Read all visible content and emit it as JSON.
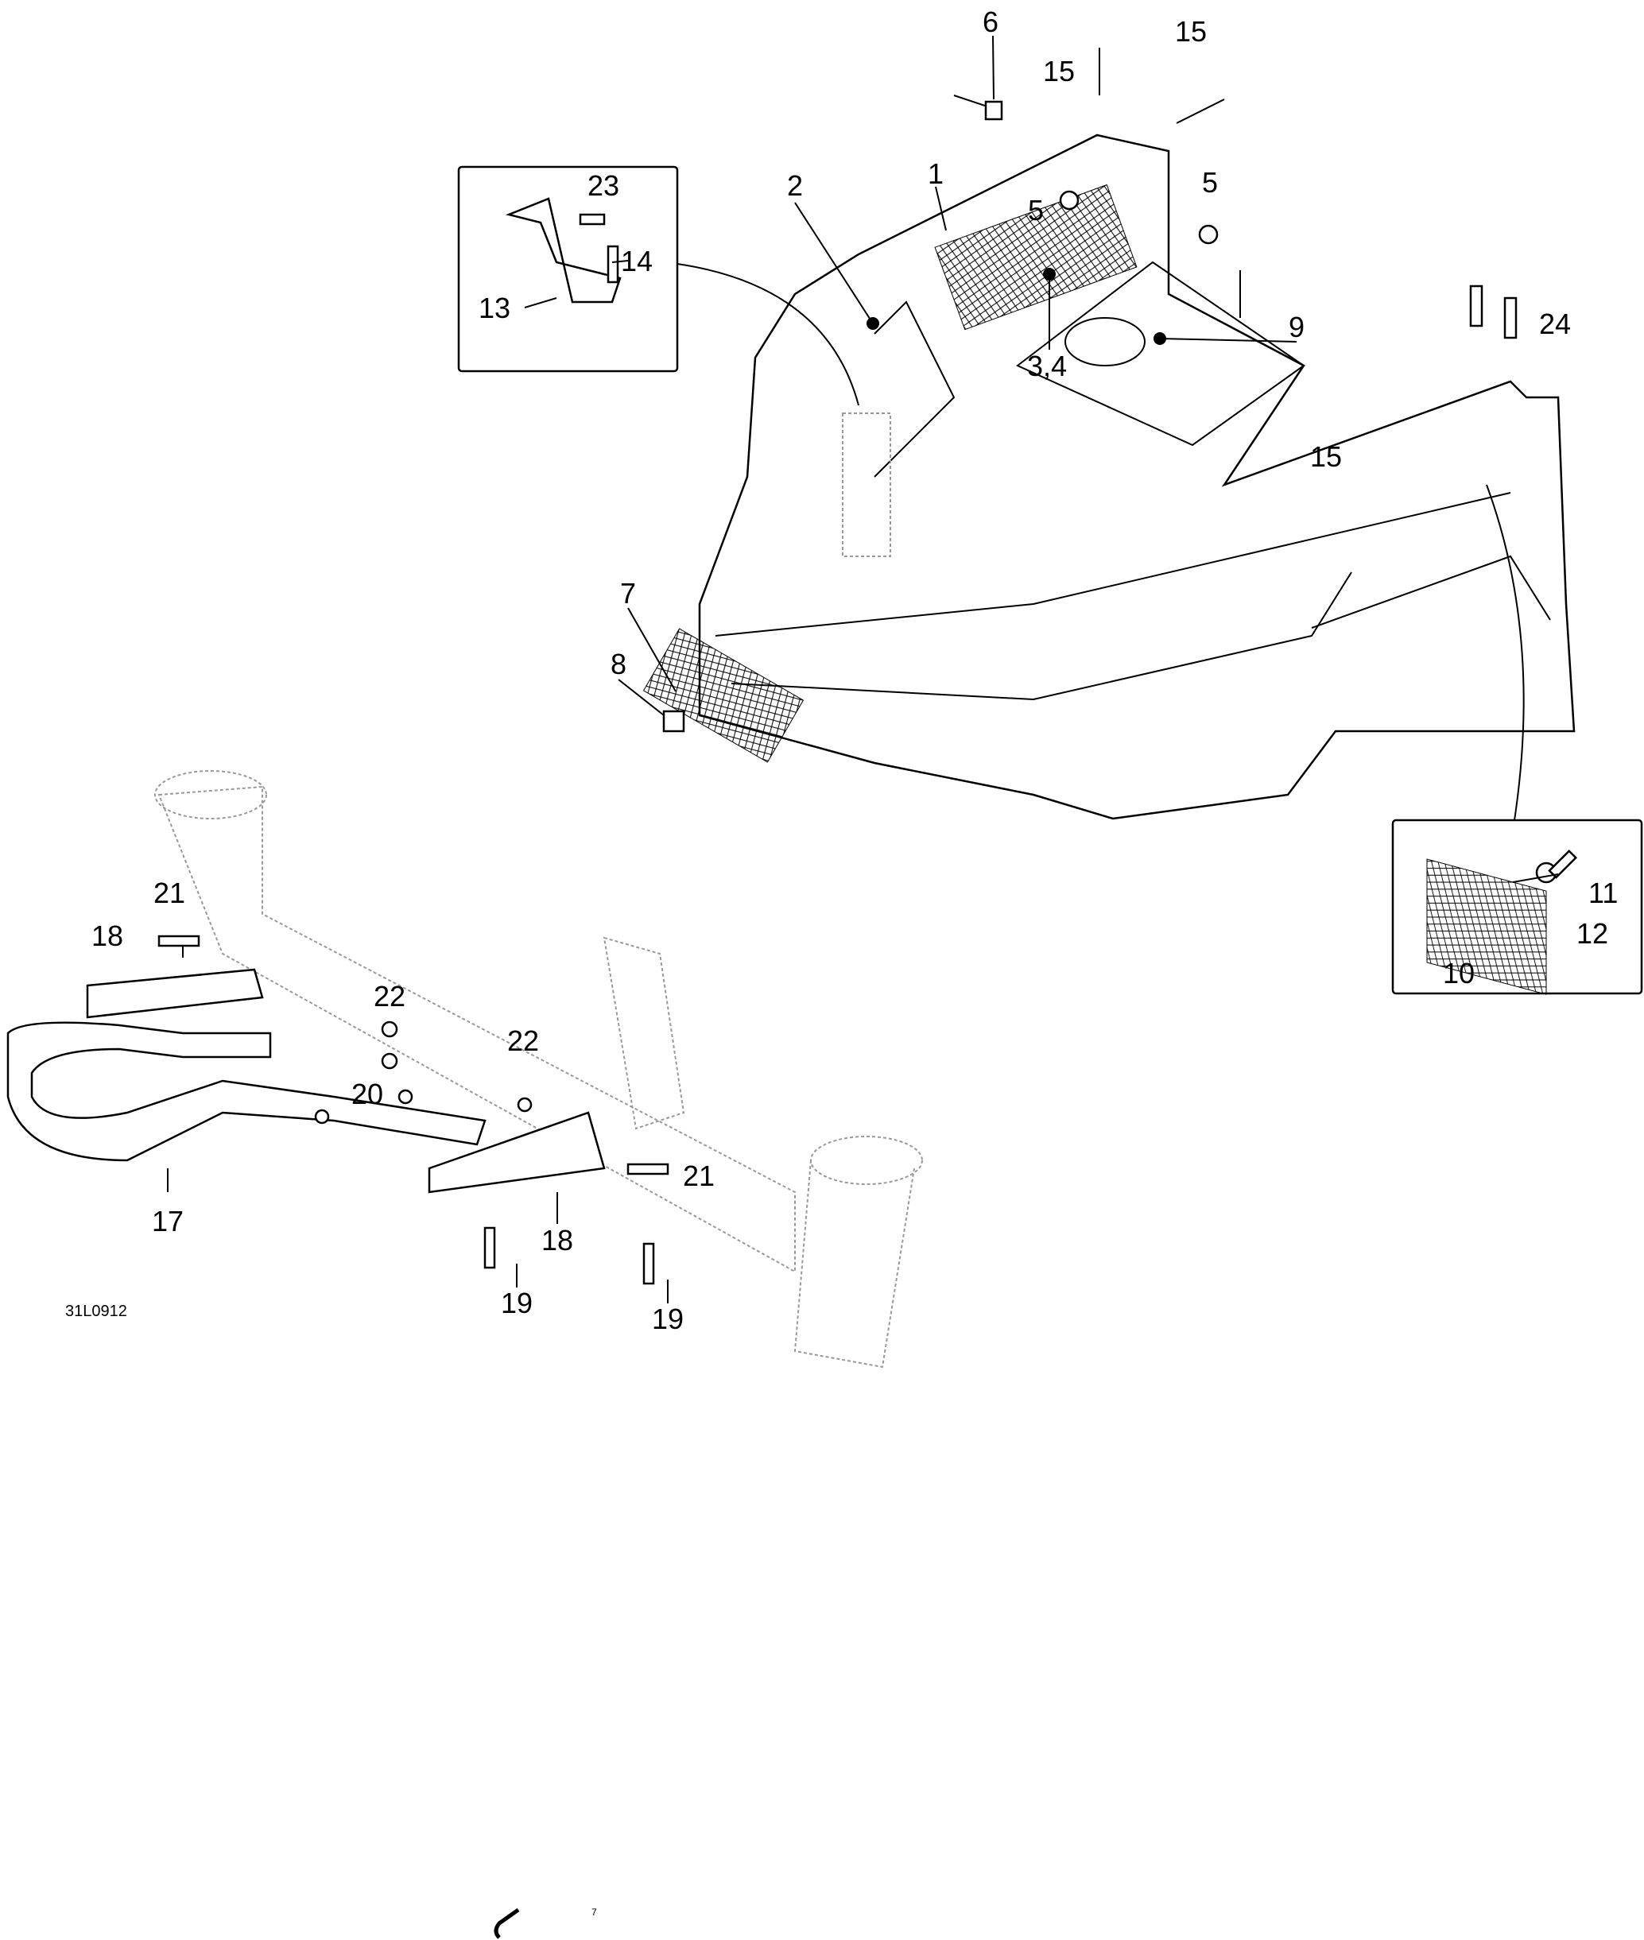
{
  "diagram": {
    "drawing_code": "31L0912",
    "callouts": {
      "c6": "6",
      "c15a": "15",
      "c15b": "15",
      "c15c": "15",
      "c1": "1",
      "c2": "2",
      "c5a": "5",
      "c5b": "5",
      "c23": "23",
      "c14": "14",
      "c13": "13",
      "c34": "3,4",
      "c9": "9",
      "c24": "24",
      "c7": "7",
      "c8": "8",
      "c21a": "21",
      "c21b": "21",
      "c18a": "18",
      "c18b": "18",
      "c22a": "22",
      "c22b": "22",
      "c20": "20",
      "c17": "17",
      "c19a": "19",
      "c19b": "19",
      "c10": "10",
      "c11": "11",
      "c12": "12"
    },
    "footer_mark": "7"
  }
}
